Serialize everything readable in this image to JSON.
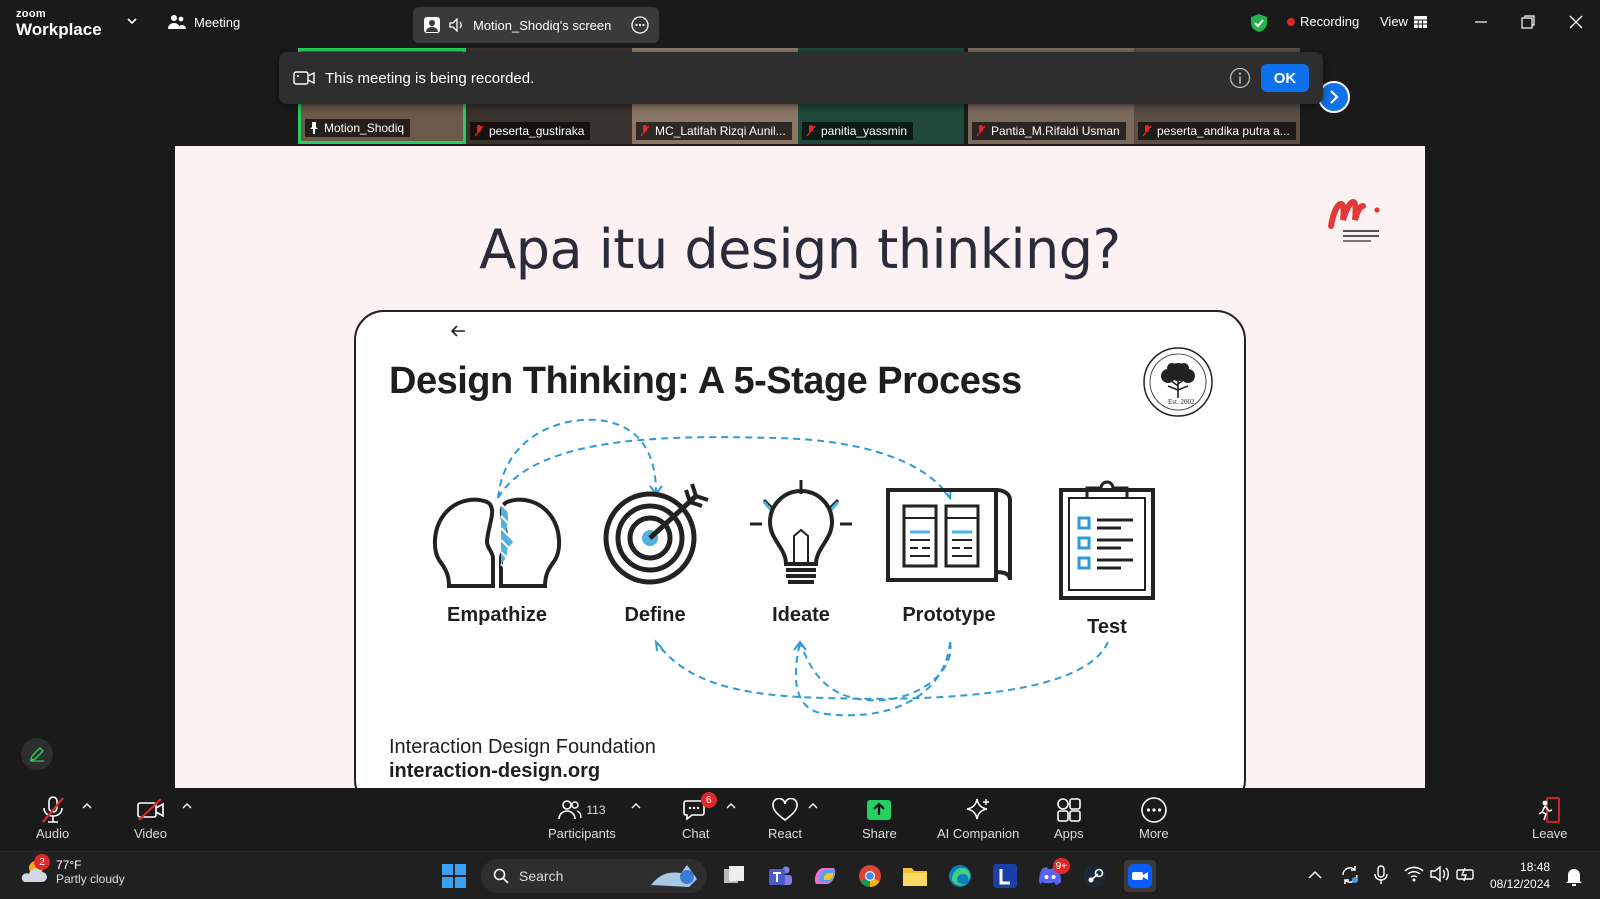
{
  "app": {
    "brand_small": "zoom",
    "brand_name": "Workplace"
  },
  "topbar": {
    "meeting_label": "Meeting",
    "share_pill_label": "Motion_Shodiq's screen",
    "recording_label": "Recording",
    "view_label": "View"
  },
  "participants": [
    {
      "name": "Motion_Shodiq"
    },
    {
      "name": "peserta_gustiraka"
    },
    {
      "name": "MC_Latifah Rizqi Aunil..."
    },
    {
      "name": "panitia_yassmin"
    },
    {
      "name": "Pantia_M.Rifaldi Usman"
    },
    {
      "name": "peserta_andika putra a..."
    }
  ],
  "banner": {
    "message": "This meeting is being recorded.",
    "ok_label": "OK"
  },
  "slide": {
    "title": "Apa itu design thinking?",
    "card_title": "Design Thinking: A 5-Stage Process",
    "seal_text": "Est. 2002",
    "stages": [
      "Empathize",
      "Define",
      "Ideate",
      "Prototype",
      "Test"
    ],
    "footer_org": "Interaction Design Foundation",
    "footer_url": "interaction-design.org"
  },
  "toolbar": {
    "audio": "Audio",
    "video": "Video",
    "participants": "Participants",
    "participants_count": "113",
    "chat": "Chat",
    "chat_badge": "6",
    "react": "React",
    "share": "Share",
    "ai_companion": "AI Companion",
    "apps": "Apps",
    "more": "More",
    "leave": "Leave"
  },
  "taskbar": {
    "weather_badge": "2",
    "temperature": "77°F",
    "condition": "Partly cloudy",
    "search_label": "Search",
    "discord_badge": "9+",
    "time": "18:48",
    "date": "08/12/2024"
  },
  "colors": {
    "accent": "#0e72ed",
    "recording": "#e02828",
    "active_speaker": "#23d160",
    "share_green": "#23d160",
    "slide_bg": "#fcf1f3",
    "flow_line": "#2f9bd6"
  }
}
